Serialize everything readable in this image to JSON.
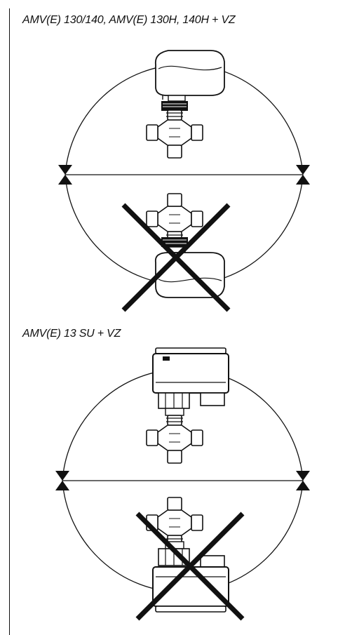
{
  "diagram": {
    "sections": [
      {
        "caption": "AMV(E) 130/140, AMV(E) 130H, 140H + VZ",
        "allowed_orientation": "actuator above valve",
        "prohibited_orientation": "actuator below valve"
      },
      {
        "caption": "AMV(E) 13 SU + VZ",
        "allowed_orientation": "actuator above valve",
        "prohibited_orientation": "actuator below valve"
      }
    ],
    "colors": {
      "line": "#111111",
      "background": "#ffffff",
      "actuator_fill": "#ffffff"
    }
  }
}
